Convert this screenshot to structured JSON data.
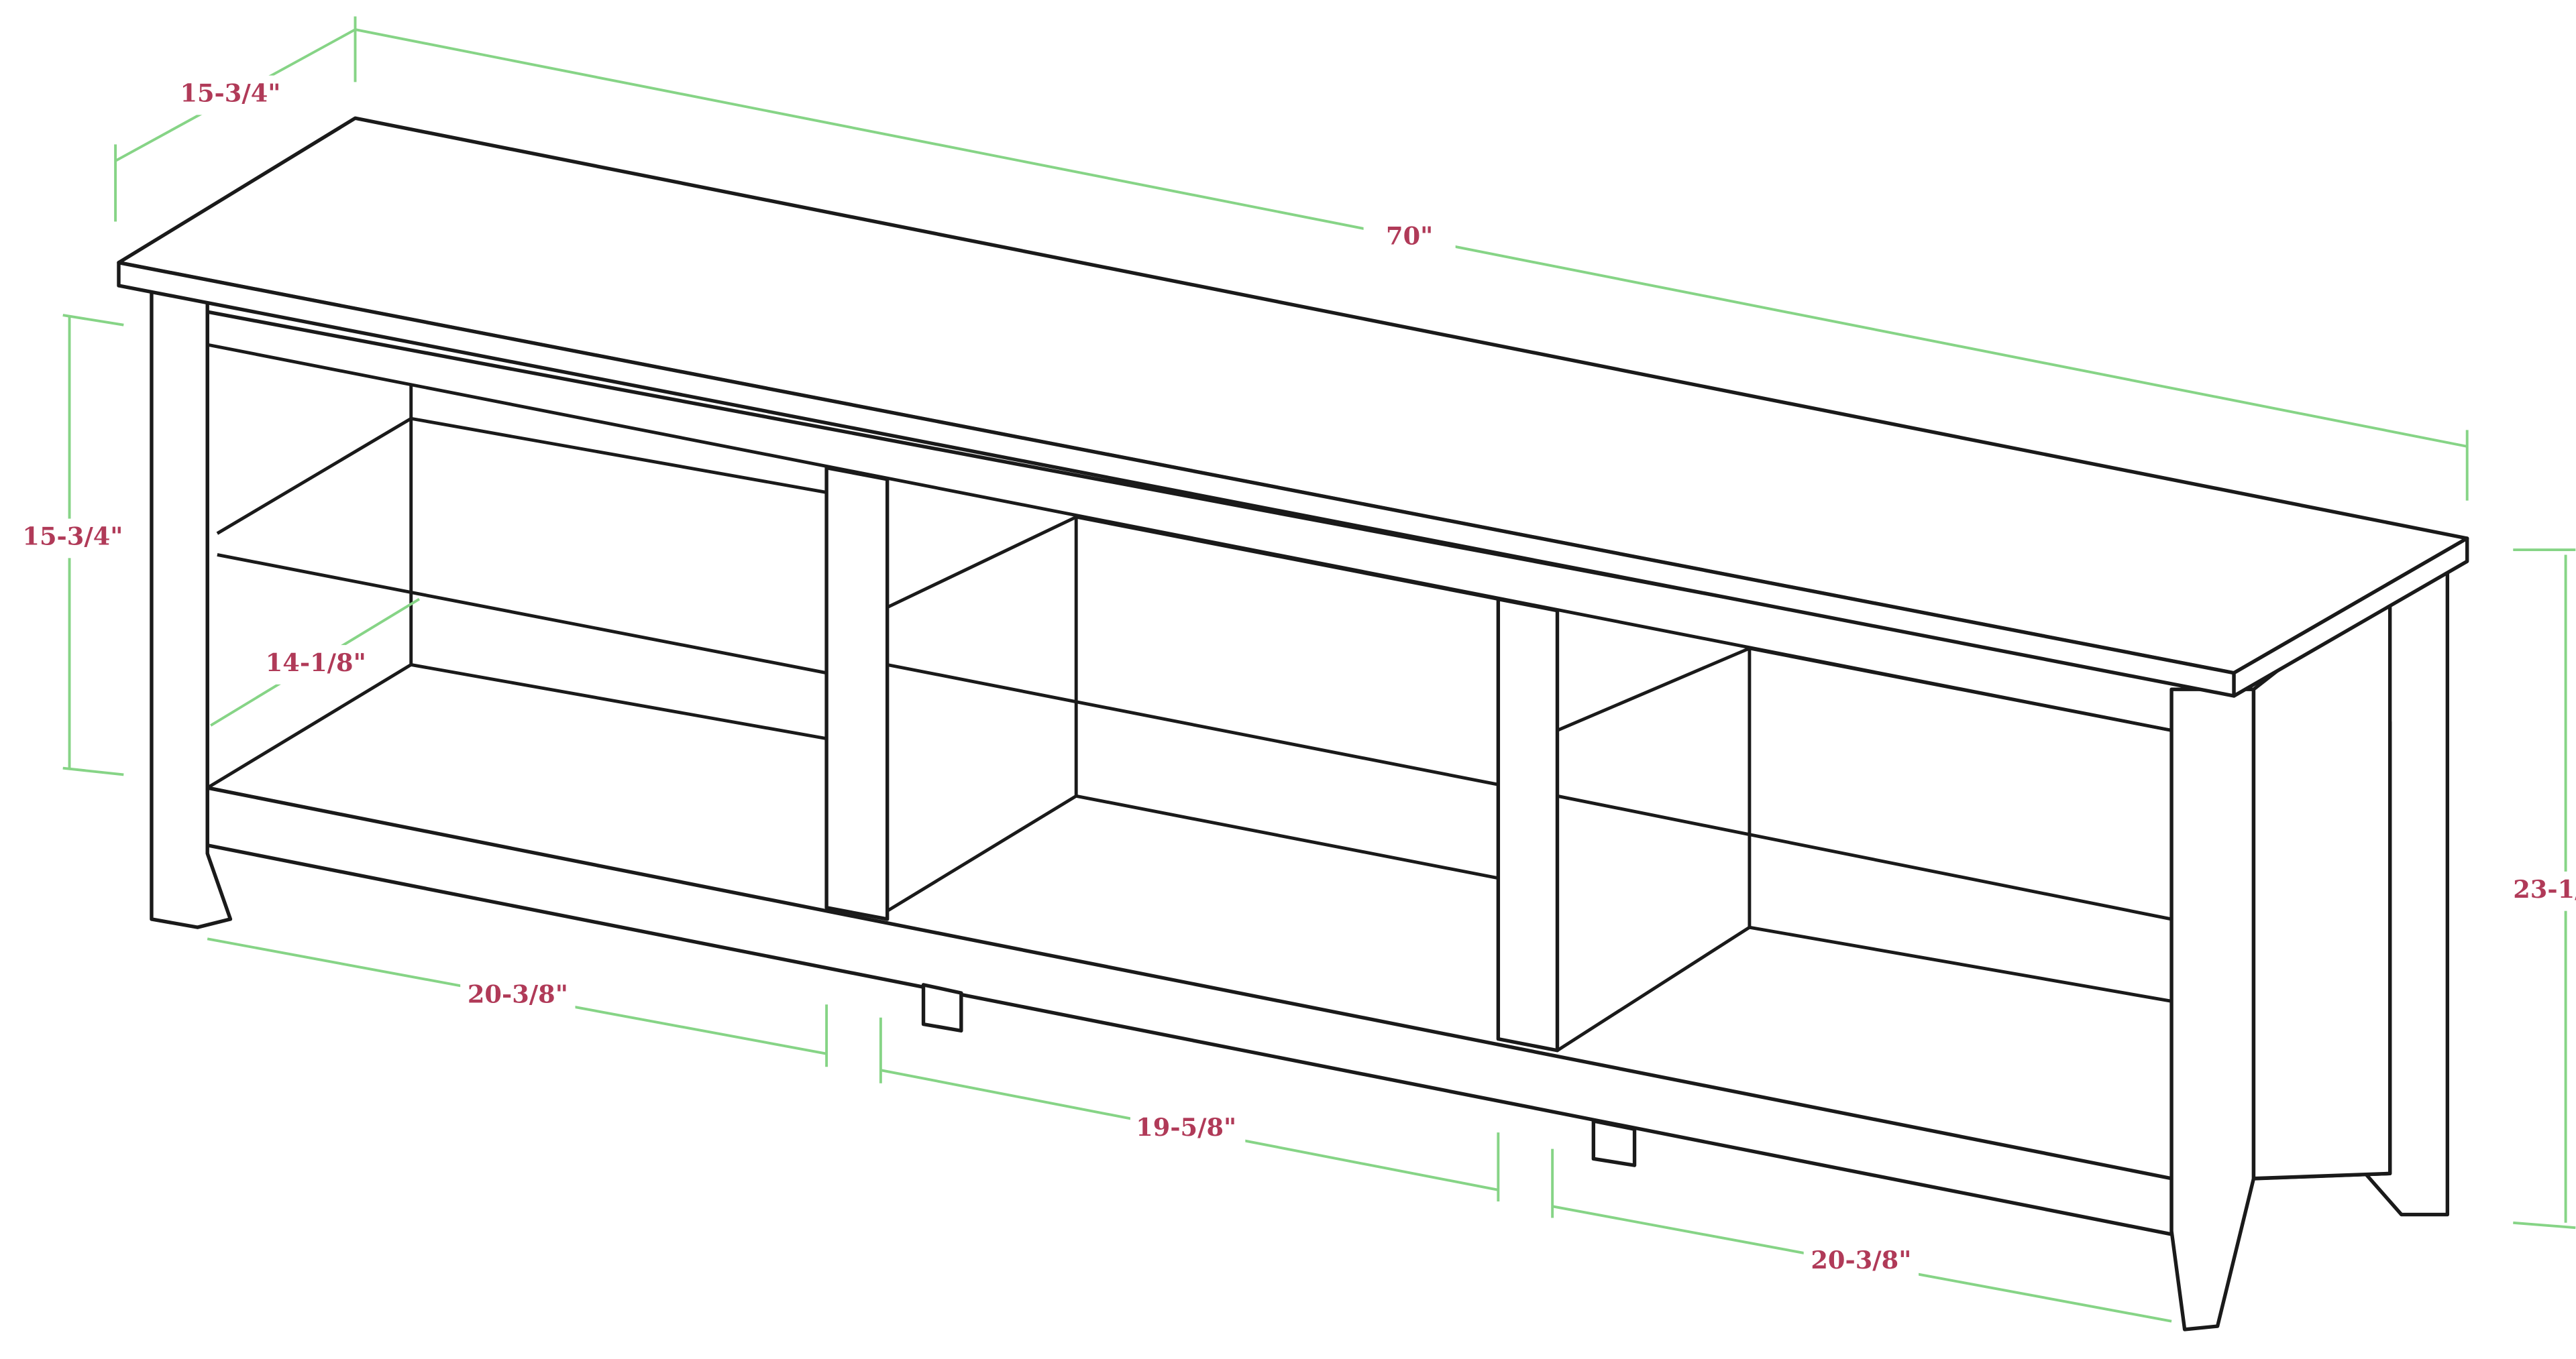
{
  "dimensions": {
    "overall_width": "70\"",
    "top_depth": "15-3/4\"",
    "side_height": "15-3/4\"",
    "shelf_depth": "14-1/8\"",
    "left_opening": "20-3/8\"",
    "center_opening": "19-5/8\"",
    "right_opening": "20-3/8\"",
    "overall_height": "23-1/"
  },
  "colors": {
    "dimension_line": "#86d486",
    "dimension_text": "#b03a58",
    "outline": "#1a1a1a"
  }
}
